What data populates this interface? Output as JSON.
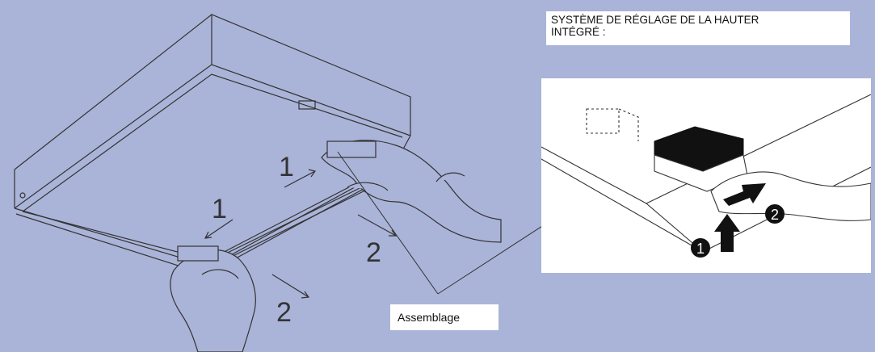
{
  "title": {
    "line1": "SYSTÈME DE RÉGLAGE DE LA HAUTER",
    "line2": "INTÉGRÉ :"
  },
  "label": "Assemblage",
  "steps": {
    "s1a": "1",
    "s1b": "1",
    "s2a": "2",
    "s2b": "2",
    "d1": "1",
    "d2": "2"
  },
  "colors": {
    "background": "#aab4d8",
    "line": "#333333"
  }
}
